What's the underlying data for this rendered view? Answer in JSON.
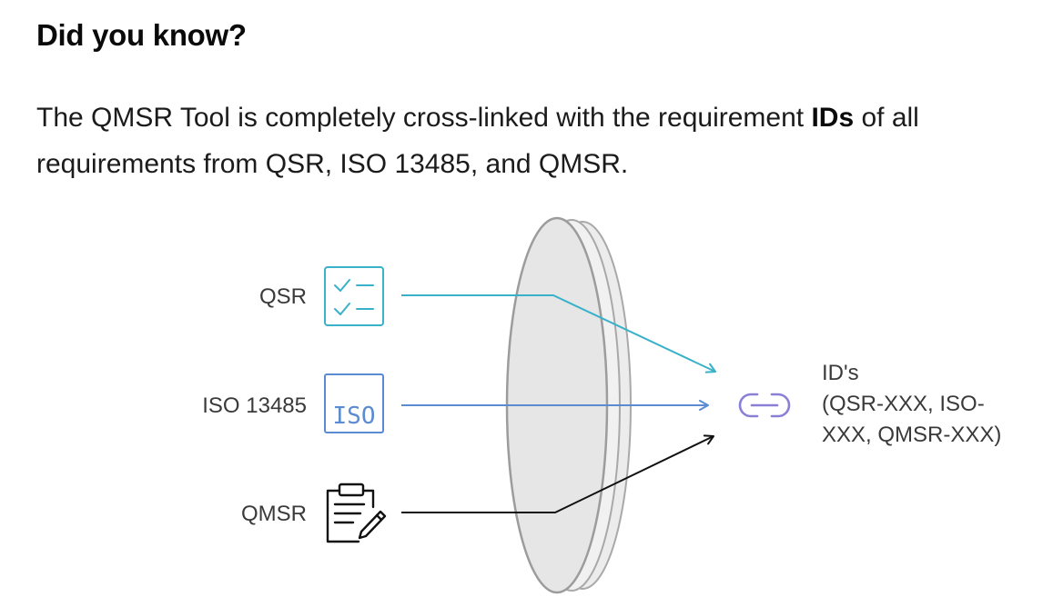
{
  "heading": "Did you know?",
  "paragraph": {
    "part1": "The QMSR Tool is completely cross-linked with the requirement ",
    "bold": "IDs",
    "part2": " of all requirements from QSR, ISO 13485, and QMSR."
  },
  "diagram": {
    "sources": [
      {
        "label": "QSR",
        "icon": "checklist-icon",
        "color": "#39b1c9"
      },
      {
        "label": "ISO 13485",
        "icon": "iso-document-icon",
        "icon_text": "ISO",
        "color": "#5b8bd0"
      },
      {
        "label": "QMSR",
        "icon": "clipboard-pen-icon",
        "color": "#111111"
      }
    ],
    "target": {
      "icon": "link-icon",
      "icon_color": "#8a7fd6",
      "lines": [
        "ID's",
        "(QSR-XXX, ISO-",
        "XXX, QMSR-XXX)"
      ]
    },
    "lens_color": "#e6e6e6"
  }
}
